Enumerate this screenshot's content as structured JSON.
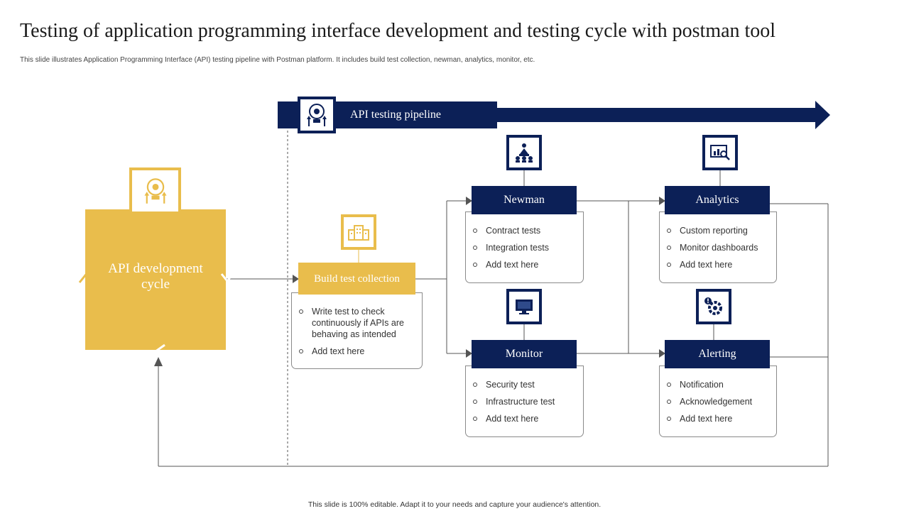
{
  "title": "Testing of application programming interface development and testing cycle with postman tool",
  "subtitle": "This slide illustrates Application Programming  Interface (API) testing pipeline  with Postman platform. It includes build test collection, newman, analytics, monitor, etc.",
  "footer": "This slide is 100% editable.  Adapt it to your needs and capture your audience's attention.",
  "pipeline": {
    "label": "API testing pipeline",
    "icon": "lightbulb-gear-icon"
  },
  "dev_cycle": {
    "label": "API development cycle",
    "icon": "lightbulb-gear-icon"
  },
  "build": {
    "label": "Build test collection",
    "icon": "building-icon",
    "items": [
      "Write test to check continuously if APIs are behaving  as intended",
      "Add text here"
    ]
  },
  "newman": {
    "label": "Newman",
    "icon": "team-icon",
    "items": [
      "Contract tests",
      "Integration  tests",
      "Add text here"
    ]
  },
  "monitor": {
    "label": "Monitor",
    "icon": "monitor-icon",
    "items": [
      "Security test",
      "Infrastructure  test",
      "Add text here"
    ]
  },
  "analytics": {
    "label": "Analytics",
    "icon": "analytics-board-icon",
    "items": [
      "Custom reporting",
      "Monitor dashboards",
      "Add text here"
    ]
  },
  "alerting": {
    "label": "Alerting",
    "icon": "alert-gear-icon",
    "items": [
      "Notification",
      "Acknowledgement",
      "Add text here"
    ]
  },
  "colors": {
    "navy": "#0c2057",
    "gold": "#e9bd4c"
  }
}
